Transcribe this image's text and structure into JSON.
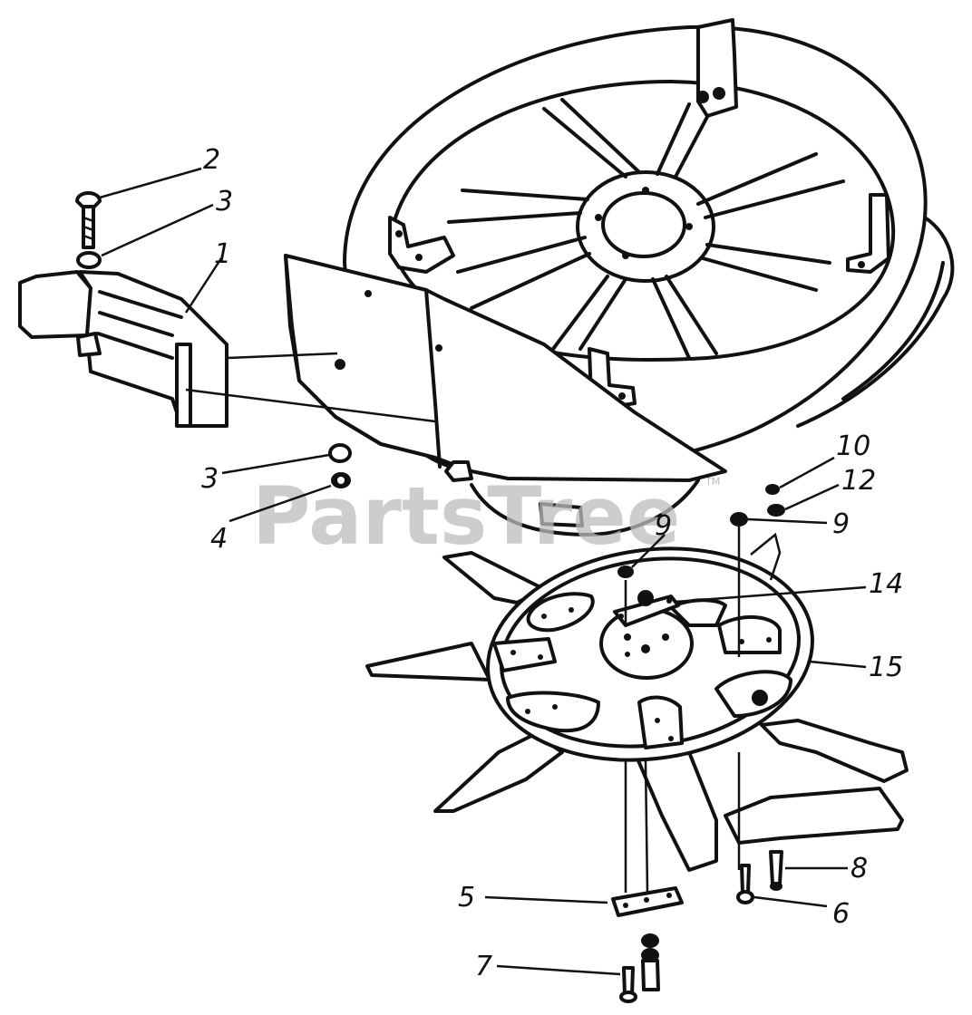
{
  "watermark": "PartsTree",
  "watermark_tm": "TM",
  "callouts": [
    {
      "id": "callout-2",
      "label": "2"
    },
    {
      "id": "callout-3a",
      "label": "3"
    },
    {
      "id": "callout-1",
      "label": "1"
    },
    {
      "id": "callout-3b",
      "label": "3"
    },
    {
      "id": "callout-4",
      "label": "4"
    },
    {
      "id": "callout-10",
      "label": "10"
    },
    {
      "id": "callout-12",
      "label": "12"
    },
    {
      "id": "callout-9a",
      "label": "9"
    },
    {
      "id": "callout-9b",
      "label": "9"
    },
    {
      "id": "callout-14",
      "label": "14"
    },
    {
      "id": "callout-15",
      "label": "15"
    },
    {
      "id": "callout-8",
      "label": "8"
    },
    {
      "id": "callout-5",
      "label": "5"
    },
    {
      "id": "callout-6",
      "label": "6"
    },
    {
      "id": "callout-7",
      "label": "7"
    }
  ]
}
